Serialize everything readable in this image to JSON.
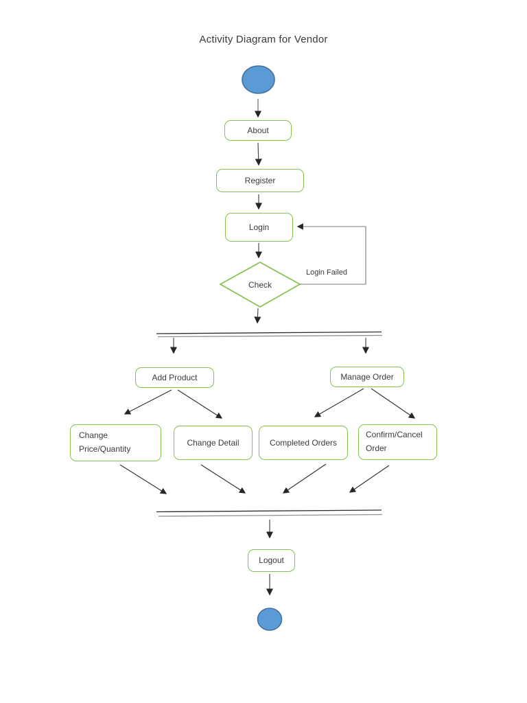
{
  "title": "Activity Diagram for Vendor",
  "activities": {
    "about": "About",
    "register": "Register",
    "login": "Login",
    "add_product": "Add Product",
    "manage_order": "Manage Order",
    "change_price_quantity": {
      "line1": "Change",
      "line2": "Price/Quantity"
    },
    "change_detail": "Change Detail",
    "completed_orders": "Completed Orders",
    "confirm_cancel_order": {
      "line1": "Confirm/Cancel",
      "line2": "Order"
    },
    "logout": "Logout"
  },
  "decision": {
    "check": "Check"
  },
  "edge_labels": {
    "login_failed": "Login Failed"
  },
  "icons": {
    "start_node": "filled-ellipse-initial-node",
    "end_node": "filled-ellipse-final-node",
    "fork_bar": "synchronization-bar",
    "join_bar": "synchronization-bar"
  },
  "colors": {
    "start_end_fill": "#5B9BD5",
    "start_end_stroke": "#41719C",
    "activity_border": "#85C250",
    "connector": "#4a4a4a",
    "loop_connector": "#7a7a7a",
    "arrowhead": "#262626",
    "bar_dark": "#2e2e2e",
    "bar_light": "#8f8f8f",
    "text": "#3a3a3a"
  }
}
